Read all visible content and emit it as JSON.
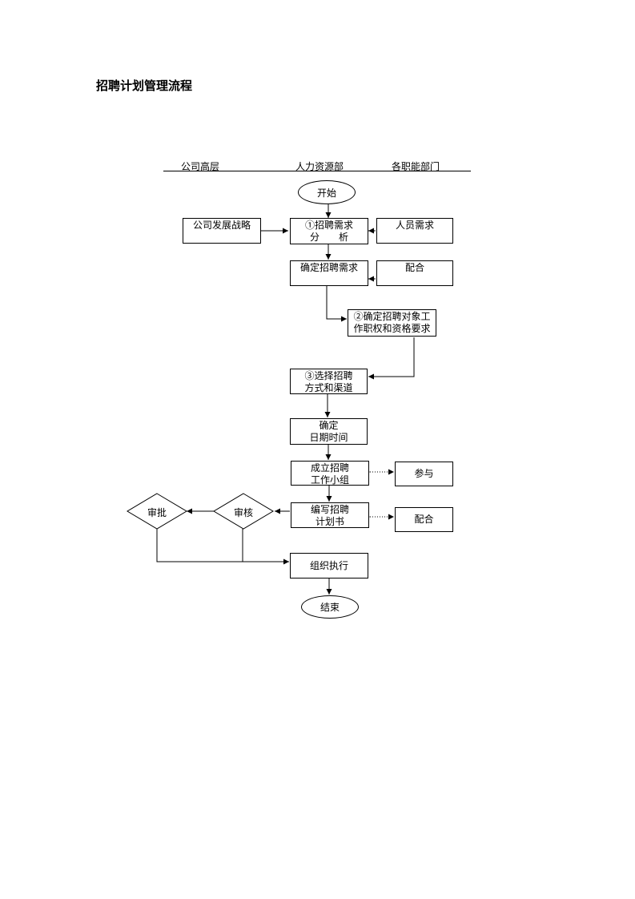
{
  "title": "招聘计划管理流程",
  "lanes": {
    "leadership": "公司高层",
    "hr": "人力资源部",
    "departments": "各职能部门"
  },
  "nodes": {
    "start": "开始",
    "strategy": "公司发展战略",
    "analysis_line1": "①招聘需求",
    "analysis_line2": "分　　析",
    "staff_need": "人员需求",
    "confirm_need": "确定招聘需求",
    "cooperate_1": "配合",
    "target_line1": "②确定招聘对象工",
    "target_line2": "作职权和资格要求",
    "channel_line1": "③选择招聘",
    "channel_line2": "方式和渠道",
    "date_line1": "确定",
    "date_line2": "日期时间",
    "team_line1": "成立招聘",
    "team_line2": "工作小组",
    "participate": "参与",
    "plan_line1": "编写招聘",
    "plan_line2": "计划书",
    "cooperate_2": "配合",
    "review": "审核",
    "approve": "审批",
    "execute": "组织执行",
    "end": "结束"
  }
}
